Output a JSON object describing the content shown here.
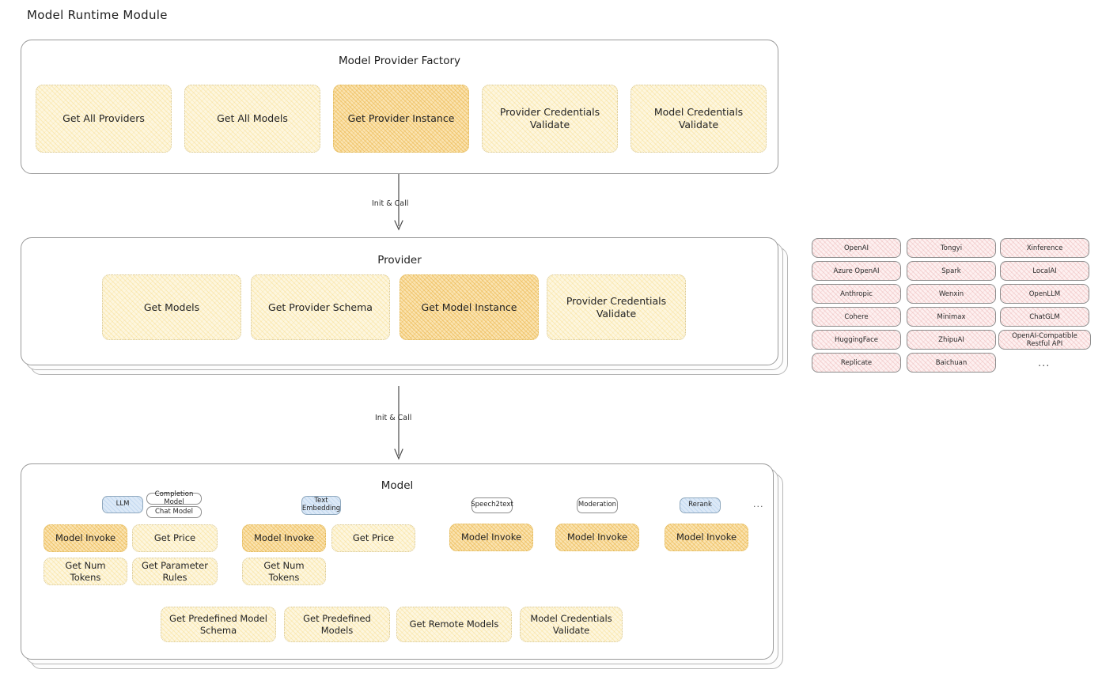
{
  "page": {
    "title": "Model Runtime Module"
  },
  "factory": {
    "title": "Model Provider Factory",
    "nodes": [
      {
        "label": "Get All Providers",
        "highlight": false
      },
      {
        "label": "Get All Models",
        "highlight": false
      },
      {
        "label": "Get Provider Instance",
        "highlight": true
      },
      {
        "label": "Provider Credentials Validate",
        "highlight": false
      },
      {
        "label": "Model Credentials Validate",
        "highlight": false
      }
    ]
  },
  "arrows": [
    {
      "label": "Init & Call"
    },
    {
      "label": "Init & Call"
    }
  ],
  "provider": {
    "title": "Provider",
    "nodes": [
      {
        "label": "Get Models",
        "highlight": false
      },
      {
        "label": "Get Provider Schema",
        "highlight": false
      },
      {
        "label": "Get Model Instance",
        "highlight": true
      },
      {
        "label": "Provider Credentials Validate",
        "highlight": false
      }
    ]
  },
  "provider_list": {
    "columns": [
      [
        "OpenAI",
        "Azure OpenAI",
        "Anthropic",
        "Cohere",
        "HuggingFace",
        "Replicate"
      ],
      [
        "Tongyi",
        "Spark",
        "Wenxin",
        "Minimax",
        "ZhipuAI",
        "Baichuan"
      ],
      [
        "Xinference",
        "LocalAI",
        "OpenLLM",
        "ChatGLM",
        "OpenAI-Compatible Restful API"
      ]
    ],
    "more": "..."
  },
  "model": {
    "title": "Model",
    "more": "...",
    "groups": [
      {
        "badge": "LLM",
        "badge_style": "blue",
        "subbadges": [
          "Completion Model",
          "Chat Model"
        ],
        "nodes": [
          {
            "label": "Model Invoke",
            "highlight": true
          },
          {
            "label": "Get Price",
            "highlight": false
          },
          {
            "label": "Get Num Tokens",
            "highlight": false
          },
          {
            "label": "Get Parameter Rules",
            "highlight": false
          }
        ]
      },
      {
        "badge": "Text Embedding",
        "badge_style": "blue",
        "subbadges": [],
        "nodes": [
          {
            "label": "Model Invoke",
            "highlight": true
          },
          {
            "label": "Get Price",
            "highlight": false
          },
          {
            "label": "Get Num Tokens",
            "highlight": false
          }
        ]
      },
      {
        "badge": "Speech2text",
        "badge_style": "white",
        "subbadges": [],
        "nodes": [
          {
            "label": "Model Invoke",
            "highlight": true
          }
        ]
      },
      {
        "badge": "Moderation",
        "badge_style": "white",
        "subbadges": [],
        "nodes": [
          {
            "label": "Model Invoke",
            "highlight": true
          }
        ]
      },
      {
        "badge": "Rerank",
        "badge_style": "blue",
        "subbadges": [],
        "nodes": [
          {
            "label": "Model Invoke",
            "highlight": true
          }
        ]
      }
    ],
    "common_nodes": [
      {
        "label": "Get Predefined Model Schema"
      },
      {
        "label": "Get Predefined Models"
      },
      {
        "label": "Get Remote Models"
      },
      {
        "label": "Model Credentials Validate"
      }
    ]
  }
}
